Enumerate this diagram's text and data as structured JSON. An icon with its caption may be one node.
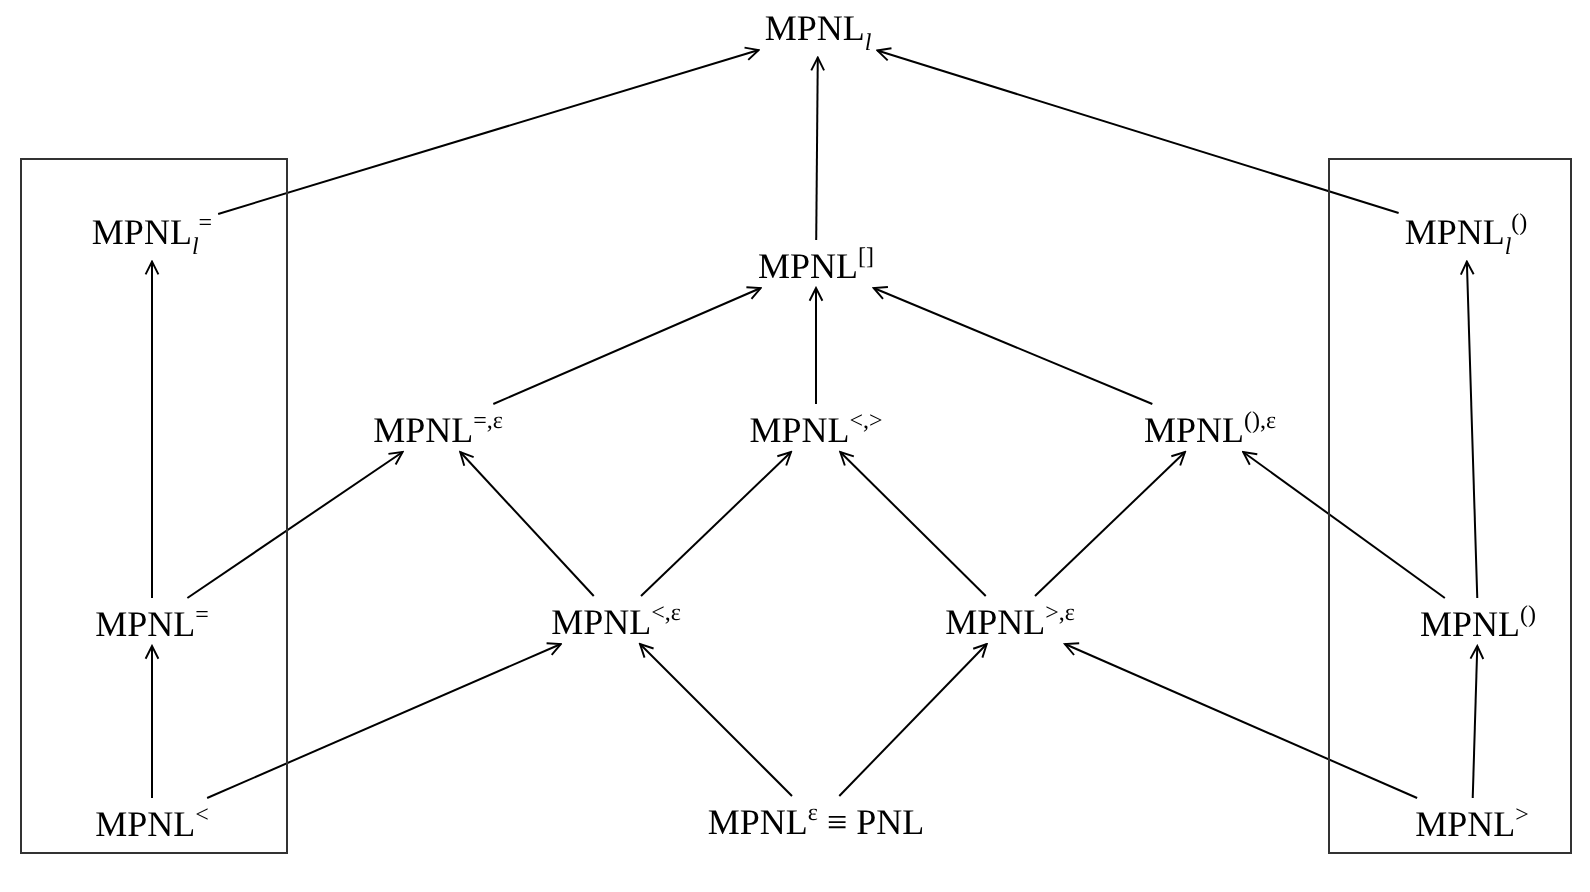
{
  "diagram": {
    "nodes": [
      {
        "text": [
          "MPNL$_{l}$"
        ]
      },
      {
        "text": [],
        "shape": "box"
      },
      {
        "text": [
          "MPNL$_{l}$$^{=}$"
        ],
        "in": 1
      },
      {
        "text": [
          "MPNL$^{[]}$"
        ]
      },
      {
        "text": [],
        "shape": "box"
      },
      {
        "text": [
          "MPNL$_{l}$$^{()}$"
        ],
        "in": 4
      },
      {
        "text": [
          "MPNL$^{=,ε}$"
        ]
      },
      {
        "text": [
          "MPNL$^{<,>}$"
        ]
      },
      {
        "text": [
          "MPNL$^{(),ε}$"
        ]
      },
      {
        "text": [
          "MPNL$^{=}$"
        ],
        "in": 1
      },
      {
        "text": [
          "MPNL$^{<,ε}$"
        ]
      },
      {
        "text": [
          "MPNL$^{>,ε}$"
        ]
      },
      {
        "text": [
          "MPNL$^{()}$"
        ],
        "in": 4
      },
      {
        "text": [
          "MPNL$^{<}$"
        ],
        "in": 1
      },
      {
        "text": [
          "MPNL$^{ε}$ ≡ PNL"
        ]
      },
      {
        "text": [
          "MPNL$^{>}$"
        ],
        "in": 4
      }
    ],
    "edges": [
      {
        "from": 2,
        "to": 0,
        "arrow": "to"
      },
      {
        "from": 3,
        "to": 0,
        "arrow": "to"
      },
      {
        "from": 5,
        "to": 0,
        "arrow": "to"
      },
      {
        "from": 9,
        "to": 2,
        "arrow": "to"
      },
      {
        "from": 12,
        "to": 5,
        "arrow": "to"
      },
      {
        "from": 6,
        "to": 3,
        "arrow": "to"
      },
      {
        "from": 7,
        "to": 3,
        "arrow": "to"
      },
      {
        "from": 8,
        "to": 3,
        "arrow": "to"
      },
      {
        "from": 9,
        "to": 6,
        "arrow": "to"
      },
      {
        "from": 10,
        "to": 6,
        "arrow": "to"
      },
      {
        "from": 10,
        "to": 7,
        "arrow": "to"
      },
      {
        "from": 11,
        "to": 7,
        "arrow": "to"
      },
      {
        "from": 11,
        "to": 8,
        "arrow": "to"
      },
      {
        "from": 12,
        "to": 8,
        "arrow": "to"
      },
      {
        "from": 13,
        "to": 9,
        "arrow": "to"
      },
      {
        "from": 13,
        "to": 10,
        "arrow": "to"
      },
      {
        "from": 14,
        "to": 10,
        "arrow": "to"
      },
      {
        "from": 14,
        "to": 11,
        "arrow": "to"
      },
      {
        "from": 15,
        "to": 11,
        "arrow": "to"
      },
      {
        "from": 15,
        "to": 12,
        "arrow": "to"
      }
    ]
  }
}
